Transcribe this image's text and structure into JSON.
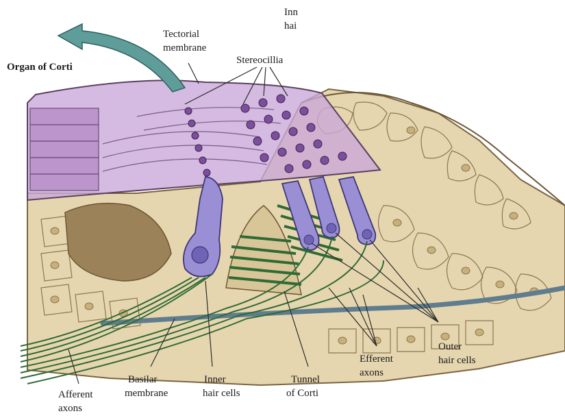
{
  "labels": {
    "organ_of_corti": "Organ of Corti",
    "tectorial_l1": "Tectorial",
    "tectorial_l2": "membrane",
    "stereocilia": "Stereocillia",
    "top_cut_l1": "Inn",
    "top_cut_l2": "hai",
    "outer_l1": "Outer",
    "outer_l2": "hair cells",
    "efferent_l1": "Efferent",
    "efferent_l2": "axons",
    "tunnel_l1": "Tunnel",
    "tunnel_l2": "of Corti",
    "inner_l1": "Inner",
    "inner_l2": "hair cells",
    "basilar_l1": "Basilar",
    "basilar_l2": "membrane",
    "afferent_l1": "Afferent",
    "afferent_l2": "axons"
  },
  "colors": {
    "tissue": "#e6d6b0",
    "tissue_dark": "#8b7650",
    "tectorial": "#c9a8d8",
    "hair_cell": "#9a8fd4",
    "nerve": "#2f6a34",
    "arrow": "#5e9d9a",
    "basilar": "#5f7d8e"
  }
}
